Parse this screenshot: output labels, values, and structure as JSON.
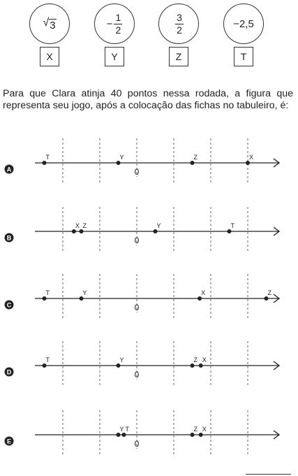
{
  "cards": [
    {
      "id": "X",
      "value": 1.732,
      "kind": "sqrt",
      "radicand": "3"
    },
    {
      "id": "Y",
      "value": -0.5,
      "kind": "fraction",
      "sign": "−",
      "numerator": "1",
      "denominator": "2"
    },
    {
      "id": "Z",
      "value": 1.5,
      "kind": "fraction",
      "sign": "",
      "numerator": "3",
      "denominator": "2"
    },
    {
      "id": "T",
      "value": -2.5,
      "kind": "plain",
      "text": "−2,5"
    }
  ],
  "question": "Para que Clara atinja 40 pontos nessa rodada, a figura que representa seu jogo, após a colocação das fichas no tabuleiro, é:",
  "zero_label": "0",
  "options": [
    {
      "letter": "A",
      "points": [
        {
          "label": "T",
          "value": -2.5
        },
        {
          "label": "Y",
          "value": -0.5
        },
        {
          "label": "Z",
          "value": 1.5
        },
        {
          "label": "X",
          "value": 3.0
        }
      ]
    },
    {
      "letter": "B",
      "points": [
        {
          "label": "X",
          "value": -1.7
        },
        {
          "label": "Z",
          "value": -1.5
        },
        {
          "label": "Y",
          "value": 0.5
        },
        {
          "label": "T",
          "value": 2.5
        }
      ]
    },
    {
      "letter": "C",
      "points": [
        {
          "label": "T",
          "value": -2.5
        },
        {
          "label": "Y",
          "value": -1.5
        },
        {
          "label": "X",
          "value": 1.7
        },
        {
          "label": "Z",
          "value": 3.5
        }
      ]
    },
    {
      "letter": "D",
      "points": [
        {
          "label": "T",
          "value": -2.5
        },
        {
          "label": "Y",
          "value": -0.5
        },
        {
          "label": "Z",
          "value": 1.5
        },
        {
          "label": "X",
          "value": 1.73
        }
      ]
    },
    {
      "letter": "E",
      "points": [
        {
          "label": "Y",
          "value": -0.5
        },
        {
          "label": "T",
          "value": -0.35
        },
        {
          "label": "Z",
          "value": 1.5
        },
        {
          "label": "X",
          "value": 1.73
        }
      ]
    }
  ],
  "gridlines": [
    -2,
    -1,
    1,
    2,
    3
  ]
}
